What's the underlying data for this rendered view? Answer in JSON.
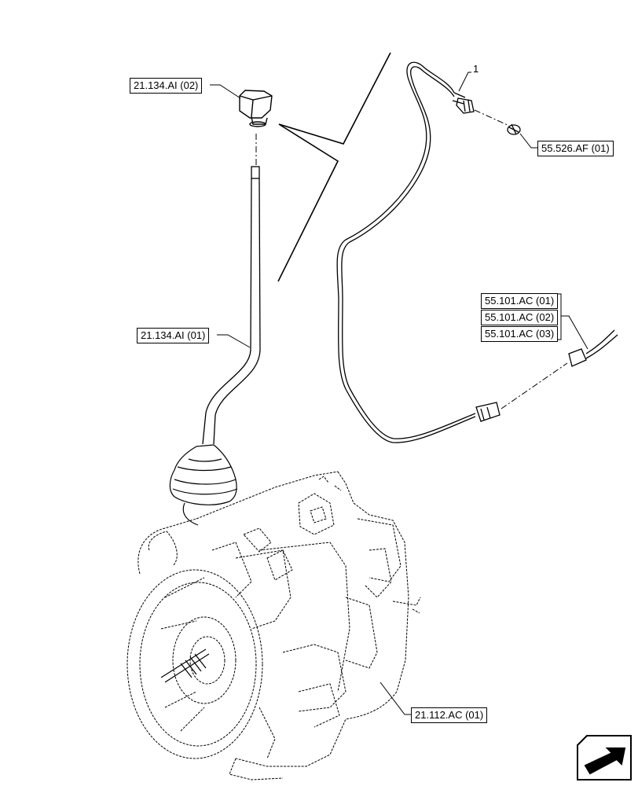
{
  "references": {
    "ref_21_134_ai_02": "21.134.AI (02)",
    "ref_21_134_ai_01": "21.134.AI (01)",
    "ref_55_526_af_01": "55.526.AF (01)",
    "ref_55_101_ac_01": "55.101.AC (01)",
    "ref_55_101_ac_02": "55.101.AC (02)",
    "ref_55_101_ac_03": "55.101.AC (03)",
    "ref_21_112_ac_01": "21.112.AC (01)"
  },
  "callouts": {
    "item_1": "1"
  },
  "icons": {
    "nav": "next-page-arrow-icon"
  }
}
